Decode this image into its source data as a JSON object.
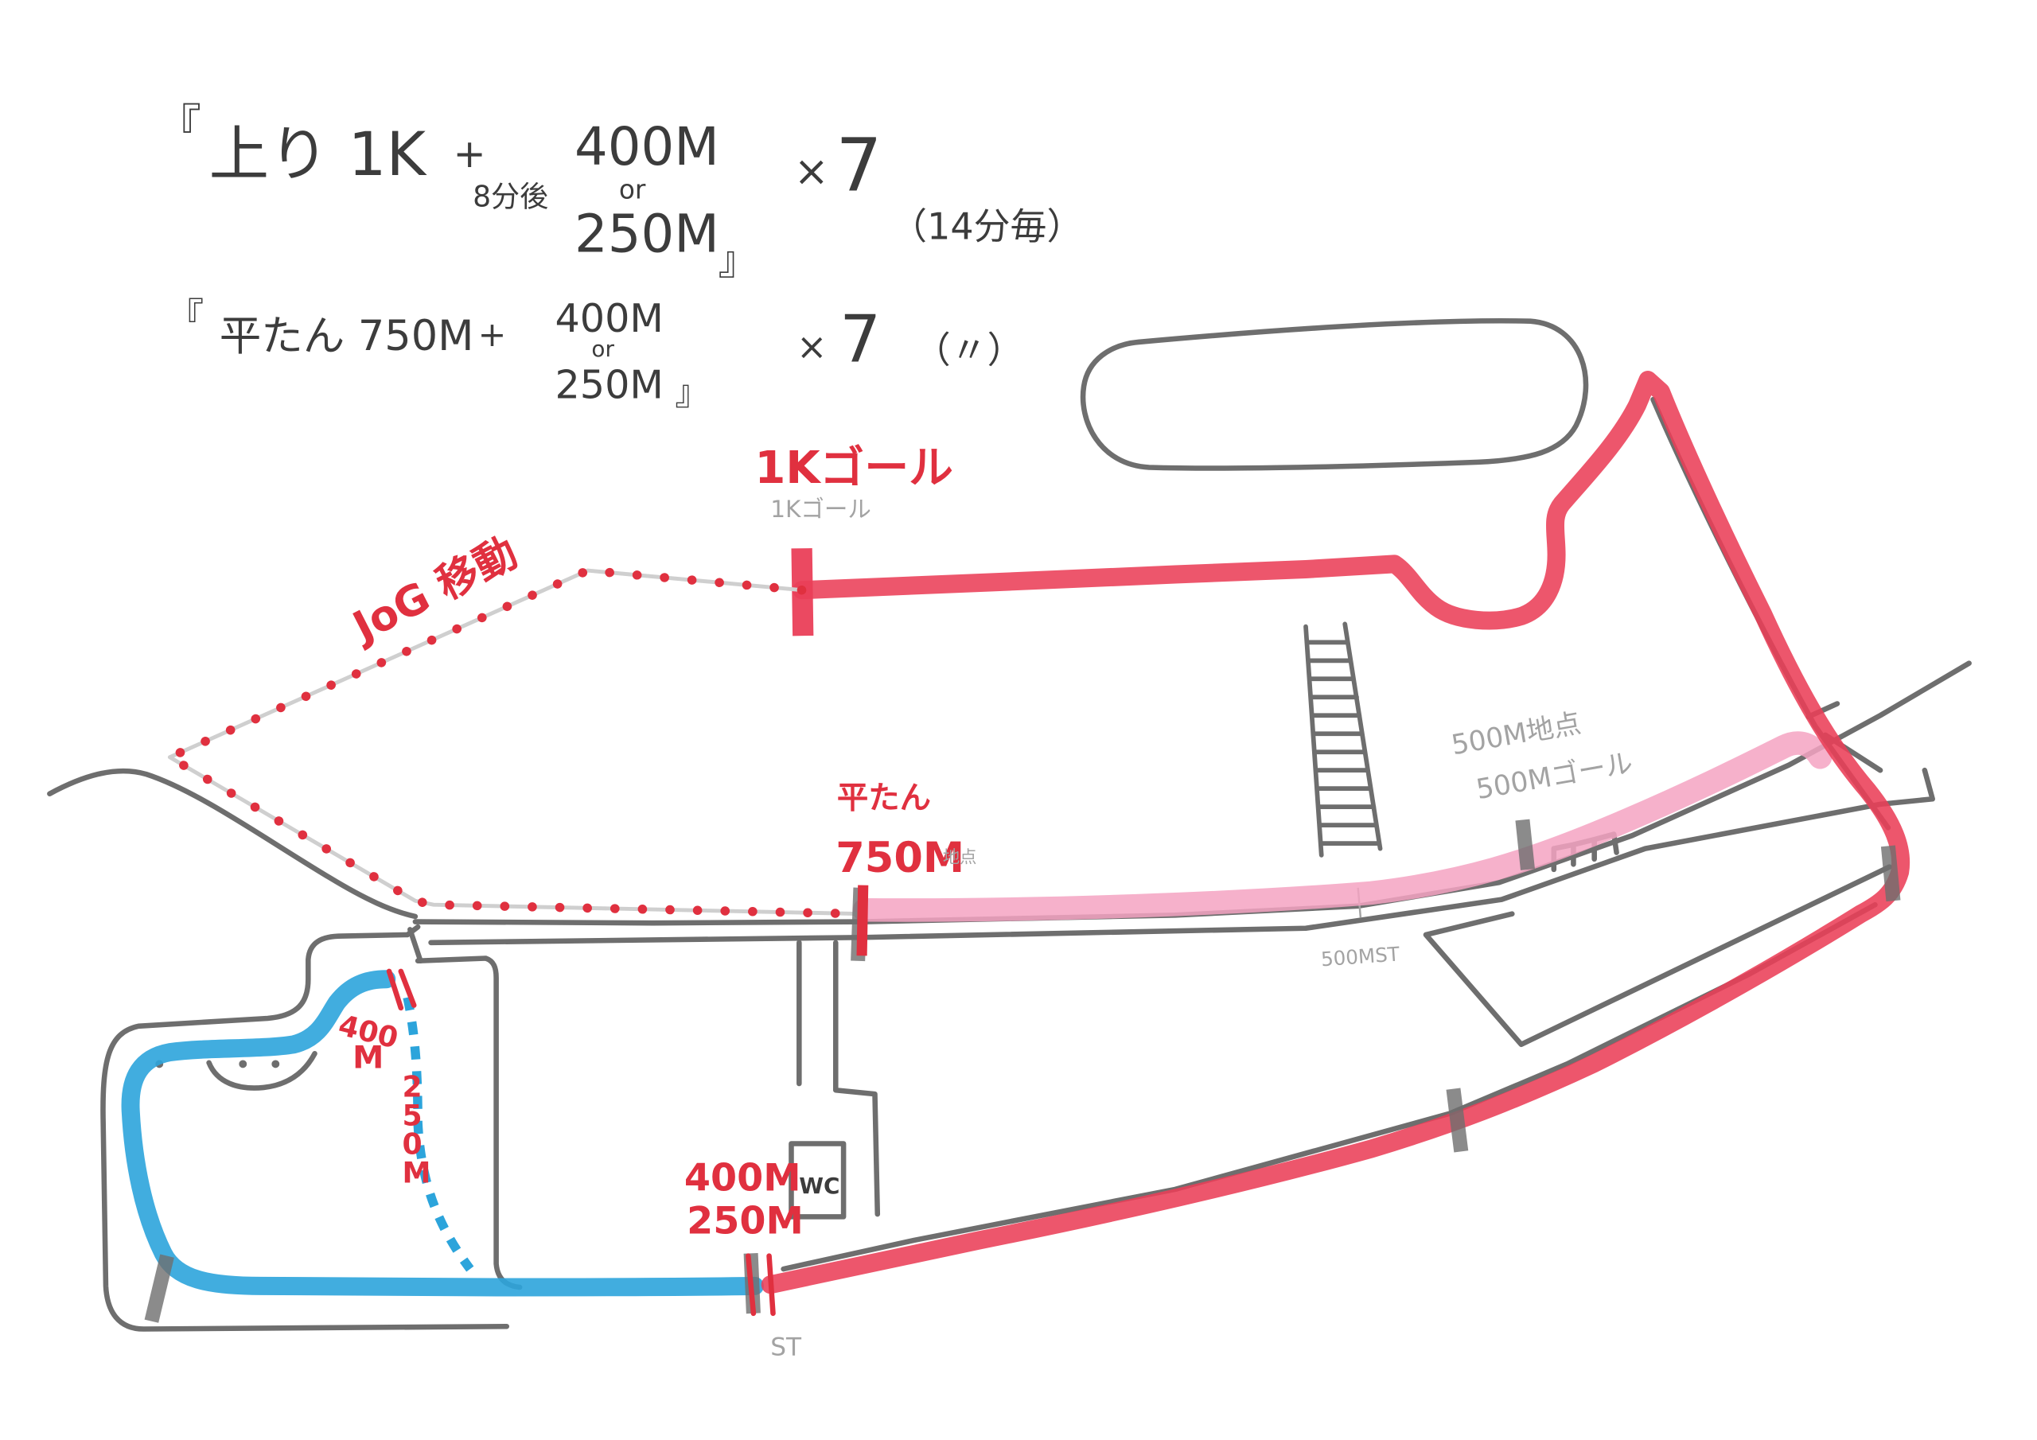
{
  "header": {
    "set1": {
      "open_bracket": "『",
      "main": "上り 1K",
      "plus": "+",
      "rest_note": "8分後",
      "option_a": "400M",
      "or": "or",
      "option_b": "250M",
      "close_bracket": "』",
      "times_sign": "×",
      "count": "7",
      "interval": "（14分毎）"
    },
    "set2": {
      "open_bracket": "『",
      "main": "平たん 750M",
      "plus": "+",
      "option_a": "400M",
      "or": "or",
      "option_b": "250M",
      "close_bracket": "』",
      "times_sign": "×",
      "count": "7",
      "interval": "（〃）"
    }
  },
  "map": {
    "labels": {
      "goal_1k": "1Kゴール",
      "goal_1k_pencil": "1Kゴール",
      "jog_move": "JoG 移動",
      "flat_label": "平たん",
      "flat_distance": "750M",
      "flat_point_pencil": "地点",
      "point_500m_pencil": "500M地点",
      "goal_500m_pencil": "500Mゴール",
      "start_500m_pencil": "500MST",
      "loop_400_number": "400",
      "loop_400_unit": "M",
      "loop_250_vertical": "250M",
      "start_400m": "400M",
      "start_250m": "250M",
      "wc": "WC",
      "start_pencil": "ST"
    }
  },
  "colors": {
    "uphill_route": "#ea3f58",
    "flat_route": "#f4a3c2",
    "interval_route": "#2ca4db",
    "marker_red": "#e0303f",
    "road_outline": "#6e6e6e",
    "pencil": "#a3a3a3",
    "ink": "#3c3c3c"
  }
}
